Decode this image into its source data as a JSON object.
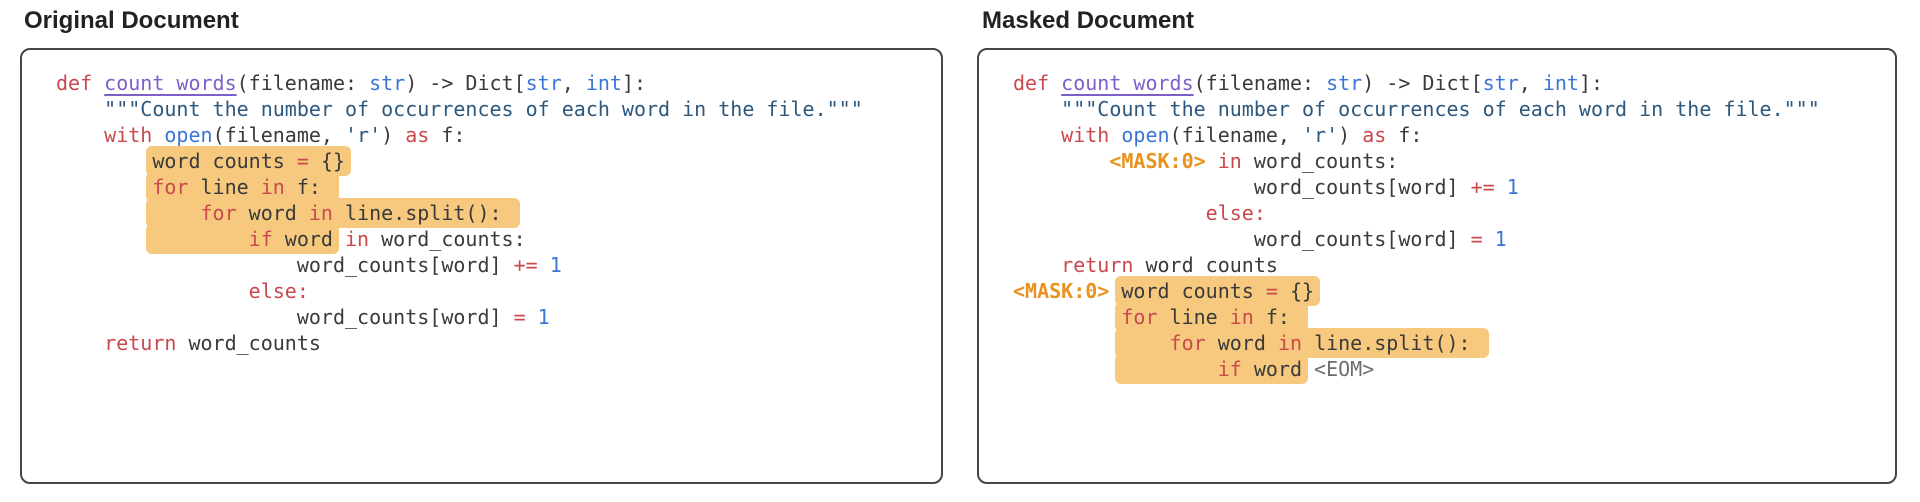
{
  "figure": {
    "tokens": {
      "mask": "<MASK:0>",
      "eom": "<EOM>"
    },
    "colors": {
      "keyword": "#c9494d",
      "function_name": "#7d5fc8",
      "builtin": "#3b76d6",
      "string": "#2d587d",
      "plain_text": "#3a3a3a",
      "mask_token": "#e89220",
      "eom_token": "#6e6e6e",
      "mask_highlight": "#f6c97e",
      "panel_border": "#454545"
    },
    "panels": [
      {
        "title": "Original Document",
        "code": [
          [
            {
              "t": "def ",
              "c": "k"
            },
            {
              "t": "count_words",
              "c": "f"
            },
            {
              "t": "(filename: ",
              "c": "n"
            },
            {
              "t": "str",
              "c": "b"
            },
            {
              "t": ") -> Dict[",
              "c": "n"
            },
            {
              "t": "str",
              "c": "b"
            },
            {
              "t": ", ",
              "c": "n"
            },
            {
              "t": "int",
              "c": "b"
            },
            {
              "t": "]:",
              "c": "n"
            }
          ],
          [
            {
              "t": "    ",
              "c": "n"
            },
            {
              "t": "\"\"\"Count the number of occurrences of each word in the file.\"\"\"",
              "c": "s"
            }
          ],
          [
            {
              "t": "    ",
              "c": "n"
            },
            {
              "t": "with ",
              "c": "k"
            },
            {
              "t": "open",
              "c": "b"
            },
            {
              "t": "(filename, ",
              "c": "n"
            },
            {
              "t": "'r'",
              "c": "s"
            },
            {
              "t": ") ",
              "c": "n"
            },
            {
              "t": "as ",
              "c": "k"
            },
            {
              "t": "f:",
              "c": "n"
            }
          ],
          [
            {
              "t": "        ",
              "c": "n"
            },
            {
              "t": "word_counts ",
              "c": "n",
              "h": 1
            },
            {
              "t": "=",
              "c": "k",
              "h": 1
            },
            {
              "t": " {}",
              "c": "n",
              "h": 1
            }
          ],
          [
            {
              "t": "        ",
              "c": "n"
            },
            {
              "t": "for ",
              "c": "k",
              "h": 1
            },
            {
              "t": "line ",
              "c": "n",
              "h": 1
            },
            {
              "t": "in ",
              "c": "k",
              "h": 1
            },
            {
              "t": "f: ",
              "c": "n",
              "h": 1
            }
          ],
          [
            {
              "t": "        ",
              "c": "n"
            },
            {
              "t": "    ",
              "c": "n",
              "h": 1
            },
            {
              "t": "for ",
              "c": "k",
              "h": 1
            },
            {
              "t": "word ",
              "c": "n",
              "h": 1
            },
            {
              "t": "in ",
              "c": "k",
              "h": 1
            },
            {
              "t": "line.split(): ",
              "c": "n",
              "h": 1
            }
          ],
          [
            {
              "t": "        ",
              "c": "n"
            },
            {
              "t": "        ",
              "c": "n",
              "h": 1
            },
            {
              "t": "if ",
              "c": "k",
              "h": 1
            },
            {
              "t": "word",
              "c": "n",
              "h": 1
            },
            {
              "t": " ",
              "c": "n"
            },
            {
              "t": "in",
              "c": "k"
            },
            {
              "t": " word_counts:",
              "c": "n"
            }
          ],
          [
            {
              "t": "                    ",
              "c": "n"
            },
            {
              "t": "word_counts[word] ",
              "c": "n"
            },
            {
              "t": "+=",
              "c": "k"
            },
            {
              "t": " ",
              "c": "n"
            },
            {
              "t": "1",
              "c": "b"
            }
          ],
          [
            {
              "t": "                ",
              "c": "n"
            },
            {
              "t": "else:",
              "c": "k"
            }
          ],
          [
            {
              "t": "                    ",
              "c": "n"
            },
            {
              "t": "word_counts[word] ",
              "c": "n"
            },
            {
              "t": "=",
              "c": "k"
            },
            {
              "t": " ",
              "c": "n"
            },
            {
              "t": "1",
              "c": "b"
            }
          ],
          [
            {
              "t": "    ",
              "c": "n"
            },
            {
              "t": "return ",
              "c": "k"
            },
            {
              "t": "word_counts",
              "c": "n"
            }
          ]
        ]
      },
      {
        "title": "Masked Document",
        "code": [
          [
            {
              "t": "def ",
              "c": "k"
            },
            {
              "t": "count_words",
              "c": "f"
            },
            {
              "t": "(filename: ",
              "c": "n"
            },
            {
              "t": "str",
              "c": "b"
            },
            {
              "t": ") -> Dict[",
              "c": "n"
            },
            {
              "t": "str",
              "c": "b"
            },
            {
              "t": ", ",
              "c": "n"
            },
            {
              "t": "int",
              "c": "b"
            },
            {
              "t": "]:",
              "c": "n"
            }
          ],
          [
            {
              "t": "    ",
              "c": "n"
            },
            {
              "t": "\"\"\"Count the number of occurrences of each word in the file.\"\"\"",
              "c": "s"
            }
          ],
          [
            {
              "t": "    ",
              "c": "n"
            },
            {
              "t": "with ",
              "c": "k"
            },
            {
              "t": "open",
              "c": "b"
            },
            {
              "t": "(filename, ",
              "c": "n"
            },
            {
              "t": "'r'",
              "c": "s"
            },
            {
              "t": ") ",
              "c": "n"
            },
            {
              "t": "as ",
              "c": "k"
            },
            {
              "t": "f:",
              "c": "n"
            }
          ],
          [
            {
              "t": "        ",
              "c": "n"
            },
            {
              "t": "<MASK:0>",
              "c": "m"
            },
            {
              "t": " ",
              "c": "n"
            },
            {
              "t": "in",
              "c": "k"
            },
            {
              "t": " word_counts:",
              "c": "n"
            }
          ],
          [
            {
              "t": "                    ",
              "c": "n"
            },
            {
              "t": "word_counts[word] ",
              "c": "n"
            },
            {
              "t": "+=",
              "c": "k"
            },
            {
              "t": " ",
              "c": "n"
            },
            {
              "t": "1",
              "c": "b"
            }
          ],
          [
            {
              "t": "                ",
              "c": "n"
            },
            {
              "t": "else:",
              "c": "k"
            }
          ],
          [
            {
              "t": "                    ",
              "c": "n"
            },
            {
              "t": "word_counts[word] ",
              "c": "n"
            },
            {
              "t": "=",
              "c": "k"
            },
            {
              "t": " ",
              "c": "n"
            },
            {
              "t": "1",
              "c": "b"
            }
          ],
          [
            {
              "t": "    ",
              "c": "n"
            },
            {
              "t": "return ",
              "c": "k"
            },
            {
              "t": "word_counts",
              "c": "n"
            }
          ],
          [
            {
              "t": "<MASK:0>",
              "c": "m"
            },
            {
              "t": " ",
              "c": "n"
            },
            {
              "t": "word_counts ",
              "c": "n",
              "h": 1
            },
            {
              "t": "=",
              "c": "k",
              "h": 1
            },
            {
              "t": " {}",
              "c": "n",
              "h": 1
            }
          ],
          [
            {
              "t": "         ",
              "c": "n"
            },
            {
              "t": "for ",
              "c": "k",
              "h": 1
            },
            {
              "t": "line ",
              "c": "n",
              "h": 1
            },
            {
              "t": "in ",
              "c": "k",
              "h": 1
            },
            {
              "t": "f: ",
              "c": "n",
              "h": 1
            }
          ],
          [
            {
              "t": "         ",
              "c": "n"
            },
            {
              "t": "    ",
              "c": "n",
              "h": 1
            },
            {
              "t": "for ",
              "c": "k",
              "h": 1
            },
            {
              "t": "word ",
              "c": "n",
              "h": 1
            },
            {
              "t": "in ",
              "c": "k",
              "h": 1
            },
            {
              "t": "line.split(): ",
              "c": "n",
              "h": 1
            }
          ],
          [
            {
              "t": "         ",
              "c": "n"
            },
            {
              "t": "        ",
              "c": "n",
              "h": 1
            },
            {
              "t": "if ",
              "c": "k",
              "h": 1
            },
            {
              "t": "word",
              "c": "n",
              "h": 1
            },
            {
              "t": " ",
              "c": "n"
            },
            {
              "t": "<EOM>",
              "c": "e"
            }
          ]
        ]
      }
    ]
  }
}
